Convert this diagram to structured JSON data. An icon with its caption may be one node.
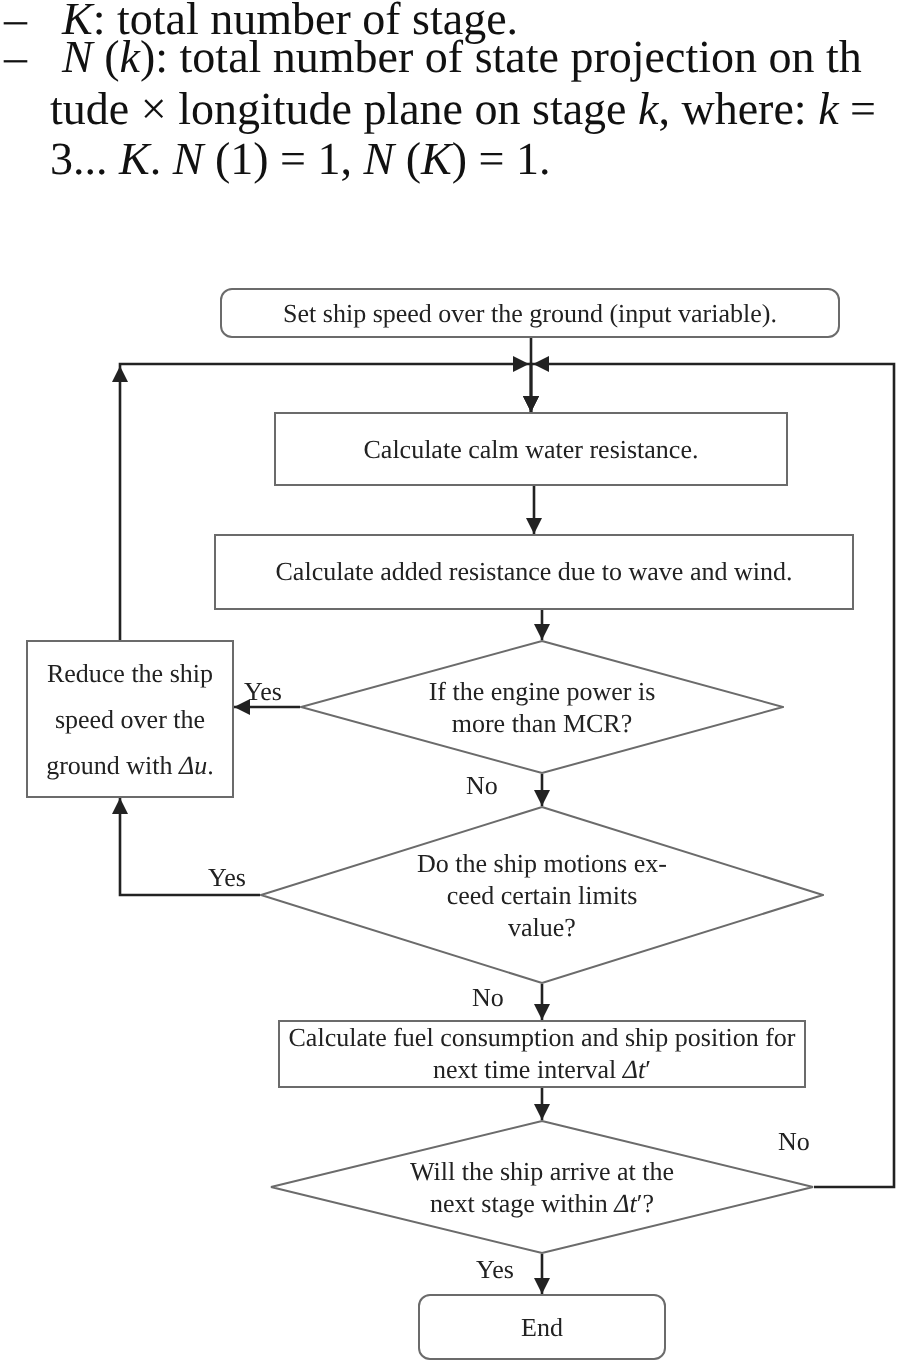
{
  "diagram": {
    "nodes": [
      {
        "text": [
          "Set ship speed over the ground (input variable)."
        ]
      },
      {
        "text": [
          "Calculate calm water resistance."
        ]
      },
      {
        "text": [
          "Calculate added resistance due to wave and wind."
        ]
      },
      {
        "text": [
          "If the engine power is more than MCR?"
        ]
      },
      {
        "text": [
          "Reduce the ship speed over the ground with *Δu*."
        ]
      },
      {
        "text": [
          "Do the ship motions ex- ceed certain limits value?"
        ]
      },
      {
        "text": [
          "Calculate fuel consumption and ship position for next time interval *Δt*′"
        ]
      },
      {
        "text": [
          "Will the ship arrive at the next stage within *Δt*′?"
        ]
      },
      {
        "text": [
          "End"
        ]
      }
    ],
    "edges": [
      {
        "from": 0,
        "to": 1,
        "arrow": "to"
      },
      {
        "from": 1,
        "to": 2,
        "arrow": "to"
      },
      {
        "from": 2,
        "to": 3,
        "arrow": "to"
      },
      {
        "from": 3,
        "to": 4,
        "arrow": "to",
        "label": "Yes"
      },
      {
        "from": 3,
        "to": 5,
        "arrow": "to",
        "label": "No"
      },
      {
        "from": 5,
        "to": 4,
        "arrow": "to",
        "label": "Yes"
      },
      {
        "from": 5,
        "to": 6,
        "arrow": "to",
        "label": "No"
      },
      {
        "from": 6,
        "to": 7,
        "arrow": "to"
      },
      {
        "from": 7,
        "to": 1,
        "arrow": "to",
        "label": "No"
      },
      {
        "from": 7,
        "to": 8,
        "arrow": "to",
        "label": "Yes"
      },
      {
        "from": 4,
        "to": 1,
        "arrow": "to"
      }
    ],
    "labels": [
      "–",
      "*K*: total number of stage.",
      "–",
      "*N* (*k*): total number of state projection on th",
      "tude × longitude plane on stage *k*, where: *k* =",
      "3... *K*. *N* (1) = 1, *N* (*K*) = 1."
    ]
  }
}
